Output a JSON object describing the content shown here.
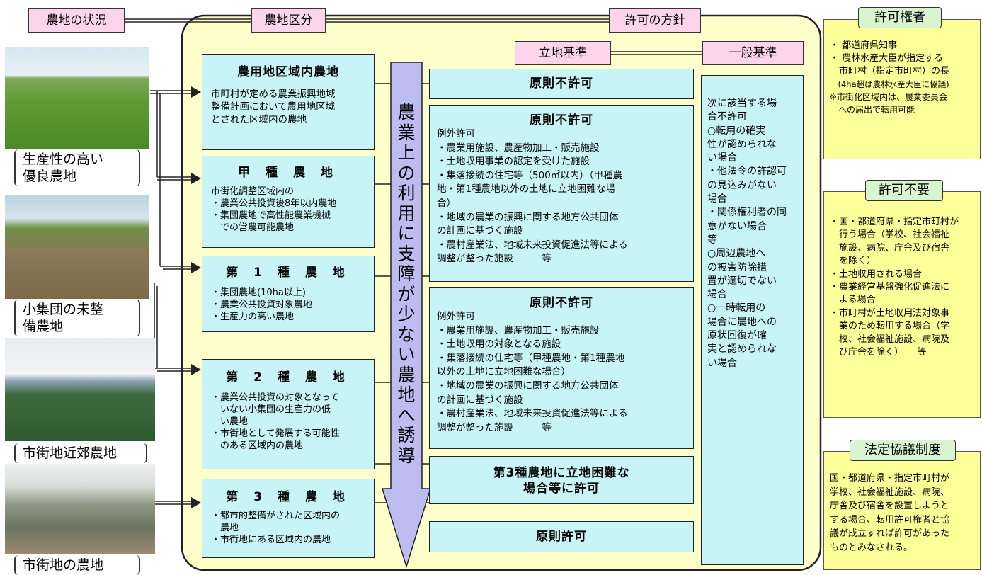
{
  "headers": {
    "farmland_status": "農地の状況",
    "farmland_class": "農地区分",
    "permit_policy": "許可の方針",
    "location_standard": "立地基準",
    "general_standard": "一般基準"
  },
  "photos": [
    {
      "caption": [
        "生産性の高い",
        "優良農地"
      ]
    },
    {
      "caption": [
        "小集団の未整",
        "備農地"
      ]
    },
    {
      "caption": [
        "市街地近郊農地"
      ]
    },
    {
      "caption": [
        "市街地の農地"
      ]
    }
  ],
  "classes": [
    {
      "title": "農用地区域内農地",
      "lines": [
        "市町村が定める農業振興地域",
        "整備計画において農用地区域",
        "とされた区域内の農地"
      ]
    },
    {
      "title": "甲 種 農 地",
      "lines": [
        "市街化調整区域内の",
        "・農業公共投資後8年以内農地",
        "・集団農地で高性能農業機械",
        "　での営農可能農地"
      ]
    },
    {
      "title": "第 1 種 農 地",
      "lines": [
        "・集団農地(10ha以上)",
        "・農業公共投資対象農地",
        "・生産力の高い農地"
      ]
    },
    {
      "title": "第 2 種 農 地",
      "lines": [
        "・農業公共投資の対象となって",
        "　いない小集団の生産力の低",
        "　い農地",
        "・市街地として発展する可能性",
        "　のある区域内の農地"
      ]
    },
    {
      "title": "第 3 種 農 地",
      "lines": [
        "・都市的整備がされた区域内の",
        "　農地",
        "・市街地にある区域内の農地"
      ]
    }
  ],
  "arrow_text": "農業上の利用に支障が少ない農地へ誘導",
  "policies": [
    {
      "title": "原則不許可",
      "lines": []
    },
    {
      "title": "原則不許可",
      "lines": [
        "例外許可",
        "・農業用施設、農産物加工・販売施設",
        "・土地収用事業の認定を受けた施設",
        "・集落接続の住宅等（500㎡以内）（甲種農",
        "地・第1種農地以外の土地に立地困難な場",
        "合）",
        "・地域の農業の振興に関する地方公共団体",
        "の計画に基づく施設",
        "・農村産業法、地域未来投資促進法等による",
        "調整が整った施設　　　等"
      ]
    },
    {
      "title": "原則不許可",
      "lines": [
        "例外許可",
        "・農業用施設、農産物加工・販売施設",
        "・土地収用の対象となる施設",
        "・集落接続の住宅等（甲種農地・第1種農地",
        "以外の土地に立地困難な場合）",
        "・地域の農業の振興に関する地方公共団体",
        "の計画に基づく施設",
        "・農村産業法、地域未来投資促進法等による",
        "調整が整った施設　　　等"
      ]
    },
    {
      "title": "第3種農地に立地困難な\n場合等に許可",
      "lines": []
    },
    {
      "title": "原則許可",
      "lines": []
    }
  ],
  "general_body": [
    "次に該当する場",
    "合不許可",
    "",
    "○転用の確実",
    "性が認められな",
    "い場合",
    "・他法令の許認可",
    "の見込みがない",
    "場合",
    "・関係権利者の同",
    "意がない場合",
    "等",
    "",
    "○周辺農地へ",
    "の被害防除措",
    "置が適切でない",
    "場合",
    "",
    "○一時転用の",
    "場合に農地への",
    "原状回復が確",
    "実と認められな",
    "い場合"
  ],
  "authority": {
    "title": "許可権者",
    "items": [
      "・ 都道府県知事",
      "",
      "・ 農林水産大臣が指定する",
      "　市町村（指定市町村）の長",
      "　(4ha超は農林水産大臣に協議)",
      "",
      "※市街化区域内は、農業委員会",
      "　への届出で転用可能"
    ]
  },
  "no_permit": {
    "title": "許可不要",
    "items": [
      "・国・都道府県・指定市町村が",
      "　行う場合（学校、社会福祉",
      "　施設、病院、庁舎及び宿舎",
      "　を除く）",
      "",
      "・土地収用される場合",
      "",
      "・農業経営基盤強化促進法に",
      "　よる場合",
      "",
      "・市町村が土地収用法対象事",
      "　業のため転用する場合（学",
      "　校、社会福祉施設、病院及",
      "　び庁舎を除く）　　等"
    ]
  },
  "consultation": {
    "title": "法定協議制度",
    "items": [
      "国・都道府県・指定市町村が",
      "学校、社会福祉施設、病院、",
      "庁舎及び宿舎を設置しようと",
      "する場合、転用許可権者と協",
      "議が成立すれば許可があった",
      "ものとみなされる。"
    ]
  }
}
